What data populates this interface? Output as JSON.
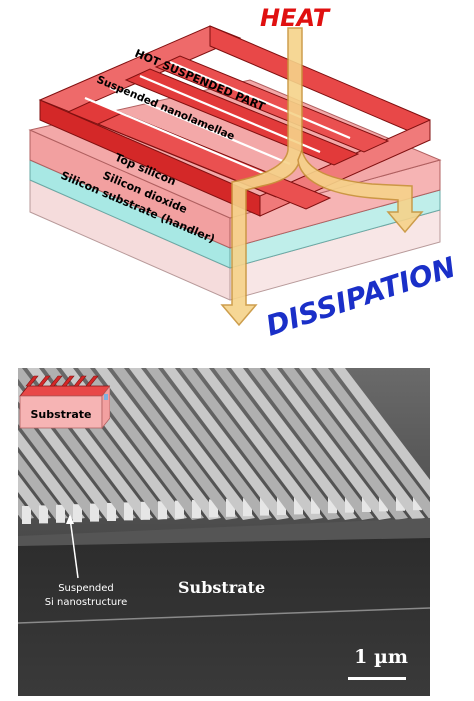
{
  "diagram": {
    "heat_label": "HEAT",
    "dissipation_label": "DISSIPATION",
    "layers": {
      "hot_suspended": "HOT SUSPENDED PART",
      "nanolamellae": "Suspended nanolamellae",
      "top_silicon": "Top silicon",
      "silicon_dioxide": "Silicon dioxide",
      "substrate": "Silicon substrate (handler)"
    },
    "colors": {
      "hot_red": "#e83a3a",
      "top_silicon": "#f2a0a0",
      "oxide": "#a8e8e4",
      "handler": "#f5dcdc",
      "arrow_fill": "#f6d38a",
      "heat_text": "#e01010",
      "dissipation_text": "#1a2fc8"
    }
  },
  "micrograph": {
    "inset_label": "Substrate",
    "substrate_label": "Substrate",
    "suspended_label_line1": "Suspended",
    "suspended_label_line2": "Si nanostructure",
    "scale_bar_label": "1 µm"
  }
}
